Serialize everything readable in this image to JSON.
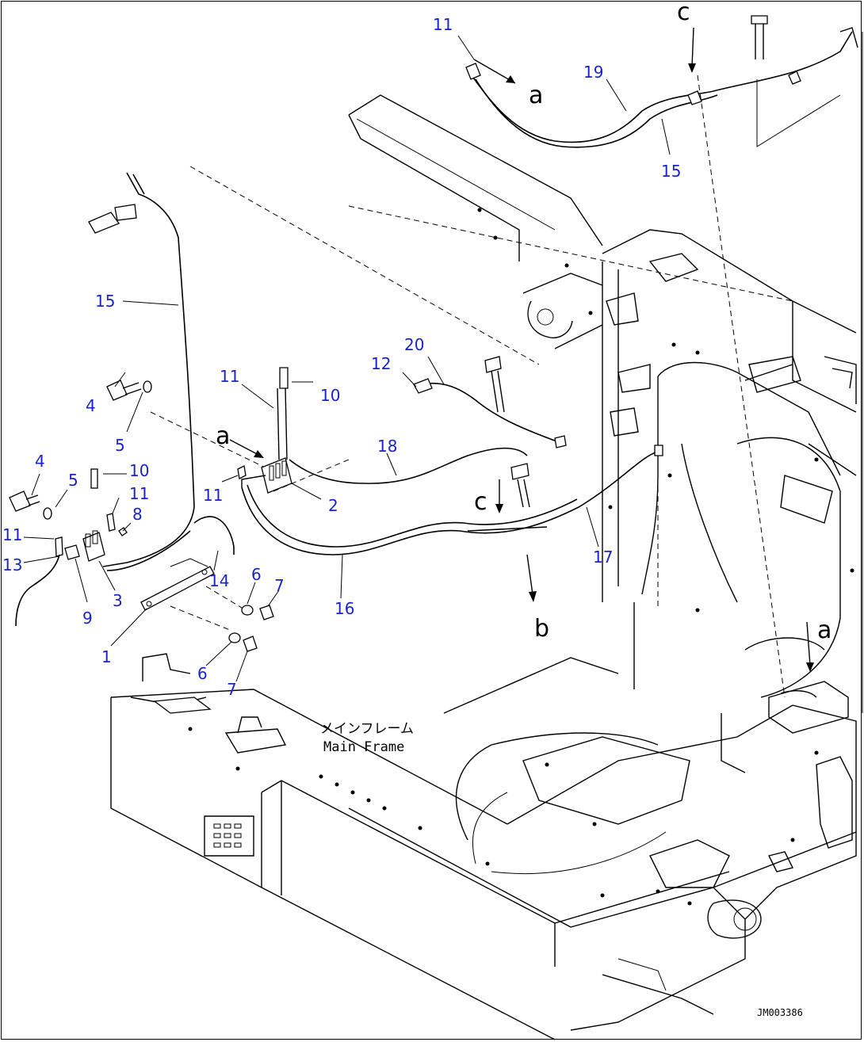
{
  "callouts": {
    "c11_top": "11",
    "c19": "19",
    "c15_top": "15",
    "c15_left": "15",
    "c20": "20",
    "c12": "12",
    "c11_mid": "11",
    "c10_mid": "10",
    "c18": "18",
    "c4_a": "4",
    "c5_a": "5",
    "c4_b": "4",
    "c5_b": "5",
    "c10_left": "10",
    "c11_left_a": "11",
    "c8": "8",
    "c11_left_b": "11",
    "c11_box": "11",
    "c2": "2",
    "c13": "13",
    "c9": "9",
    "c3": "3",
    "c14": "14",
    "c6_a": "6",
    "c7_a": "7",
    "c1": "1",
    "c6_b": "6",
    "c7_b": "7",
    "c16": "16",
    "c17": "17"
  },
  "letters": {
    "a_top": "a",
    "c_top": "c",
    "a_mid": "a",
    "c_mid": "c",
    "b_mid": "b",
    "a_right": "a"
  },
  "frame_label": {
    "jp": "メインフレーム",
    "en": "Main Frame"
  },
  "drawing_code": "JM003386",
  "colors": {
    "callout": "#1a24c8",
    "linework": "#000000"
  }
}
